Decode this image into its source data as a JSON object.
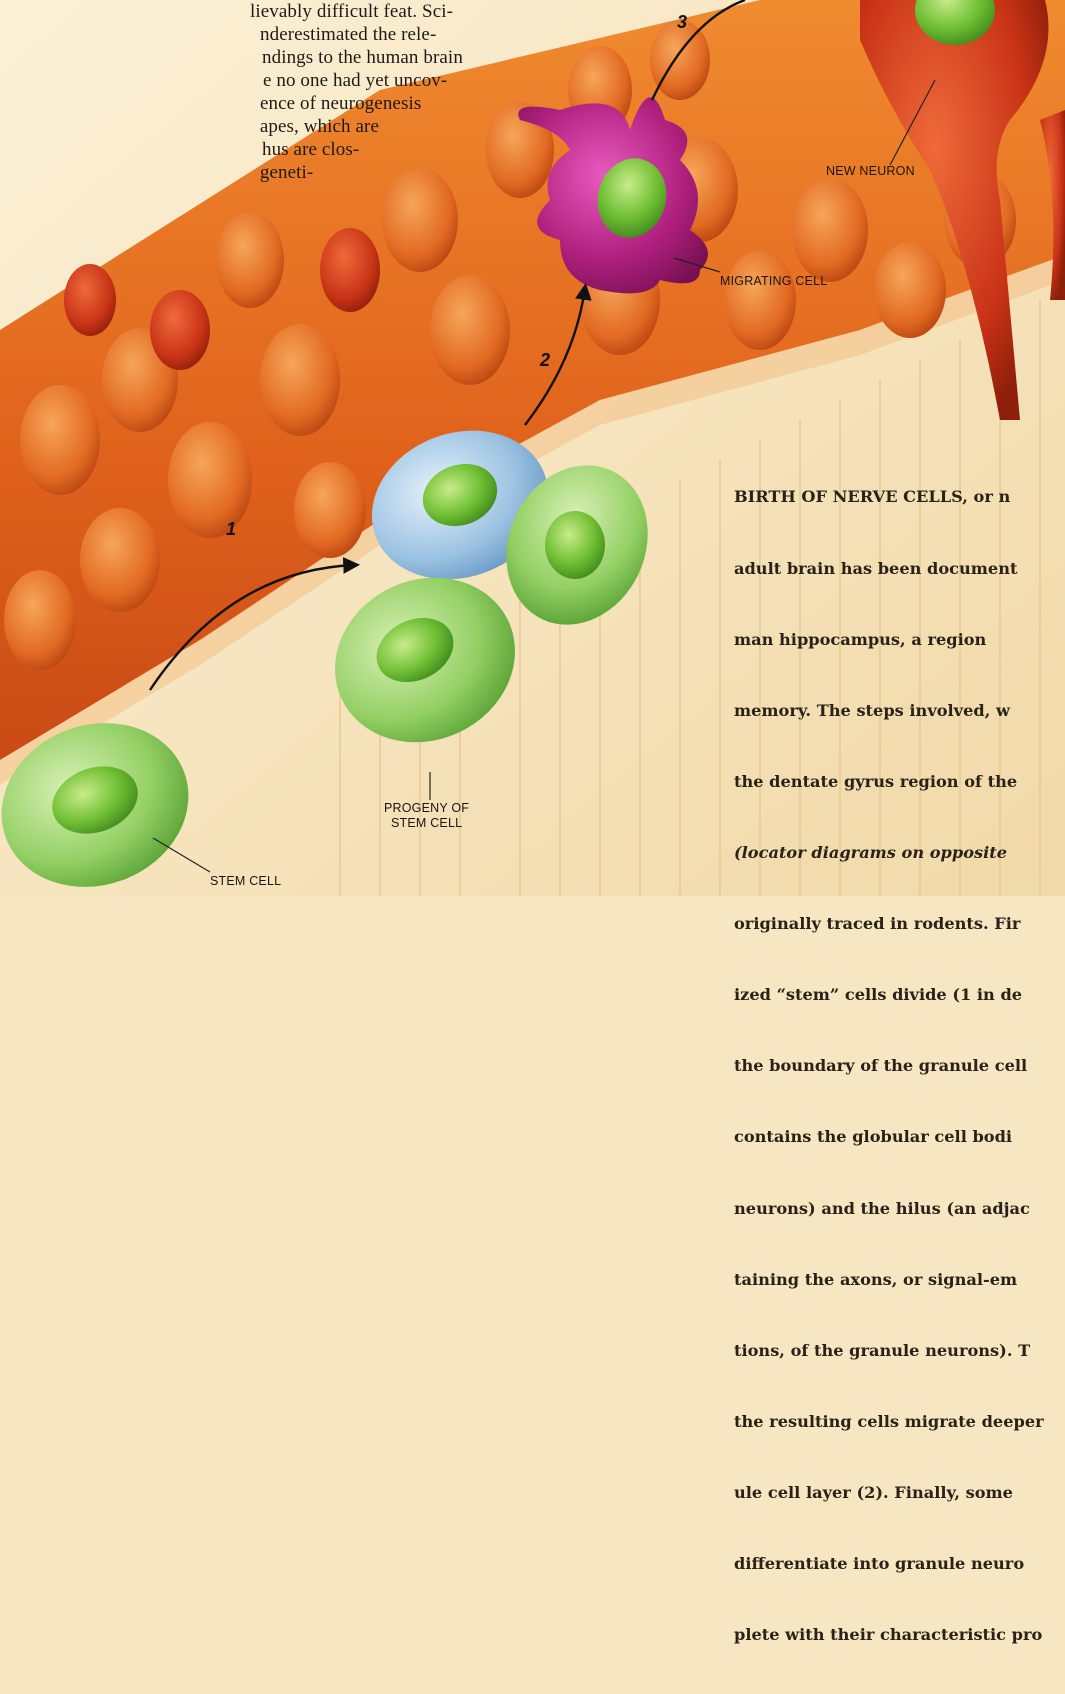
{
  "article_text": {
    "lines": [
      "lievably difficult feat. Sci-",
      "nderestimated the rele-",
      "ndings to the human brain",
      "e no one had yet uncov-",
      "ence of neurogenesis",
      " apes, which are",
      "hus are clos-",
      " geneti-"
    ]
  },
  "figure": {
    "labels": {
      "new_neuron": "NEW NEURON",
      "migrating_cell": "MIGRATING CELL",
      "progeny_line1": "PROGENY OF",
      "progeny_line2": "STEM CELL",
      "stem_cell": "STEM CELL"
    },
    "steps": [
      "1",
      "2",
      "3"
    ]
  },
  "caption": {
    "lines": [
      "BIRTH OF NERVE CELLS, or n",
      "adult brain has been document",
      "man hippocampus, a region ",
      "memory. The steps involved, w",
      "the dentate gyrus region of the",
      "(locator diagrams on opposite",
      "originally traced in rodents. Fir",
      "ized “stem” cells divide (1 in de",
      "the boundary of the granule cell",
      "contains the globular cell bodi",
      "neurons) and the hilus (an adjac",
      "taining the axons, or signal-em",
      "tions, of the granule neurons). T",
      "the resulting cells migrate deeper",
      "ule cell layer (2). Finally, some ",
      "differentiate into granule neuro",
      "plete with their characteristic pro"
    ]
  },
  "colors": {
    "background": "#f6e7c2",
    "granule_layer": "#e2701f",
    "stem_cell": "#7cc24a",
    "progeny_blue": "#7fb2d8",
    "migrating_magenta": "#b01a86",
    "new_neuron_red": "#c41d12",
    "nucleus": "#5fb530"
  }
}
